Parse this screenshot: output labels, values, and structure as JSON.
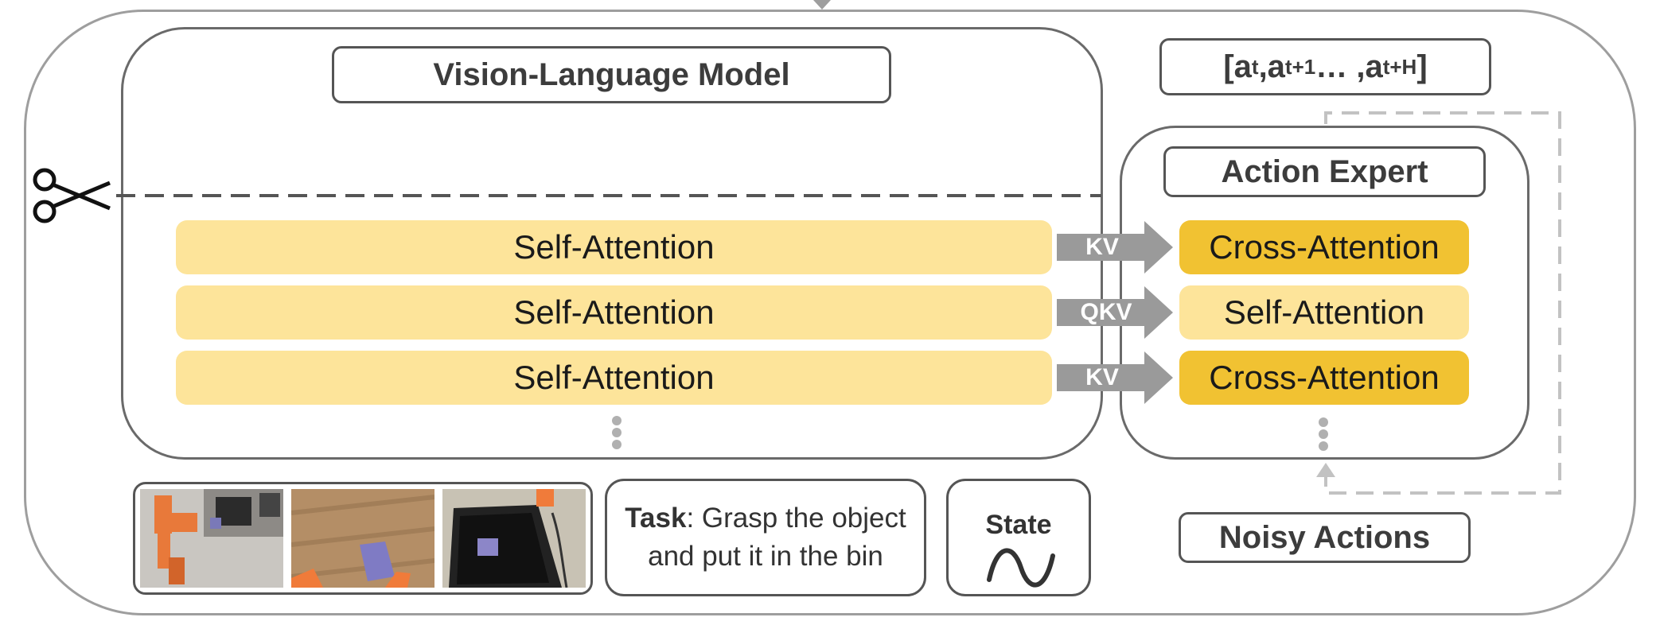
{
  "vlm": {
    "title": "Vision-Language Model",
    "layer_label": "Self-Attention"
  },
  "action_expert": {
    "title": "Action Expert",
    "layers": [
      "Cross-Attention",
      "Self-Attention",
      "Cross-Attention"
    ]
  },
  "connections": [
    "KV",
    "QKV",
    "KV"
  ],
  "output_actions": {
    "open": "[a",
    "s1": "t",
    "mid1": " ,a",
    "s2": "t+1",
    "mid2": " … ,a",
    "s3": "t+H",
    "close": "]"
  },
  "noisy_actions": "Noisy Actions",
  "task": {
    "bold": "Task",
    "text": ": Grasp the object and put it in the bin"
  },
  "state": "State",
  "icons": [
    "scissors-icon",
    "sine-wave-icon"
  ],
  "colors": {
    "self_attention": "#fde49a",
    "cross_attention": "#f1c232",
    "arrow": "#9a9a9a",
    "outline": "#6a6a6a"
  }
}
